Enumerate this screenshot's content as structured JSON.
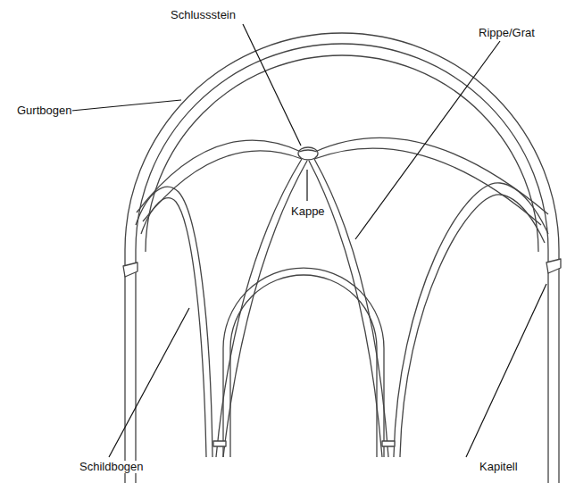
{
  "diagram": {
    "labels": [
      "Schlussstein",
      "Rippe/Grat",
      "Gurtbogen",
      "Kappe",
      "Schildbogen",
      "Kapitell"
    ]
  }
}
